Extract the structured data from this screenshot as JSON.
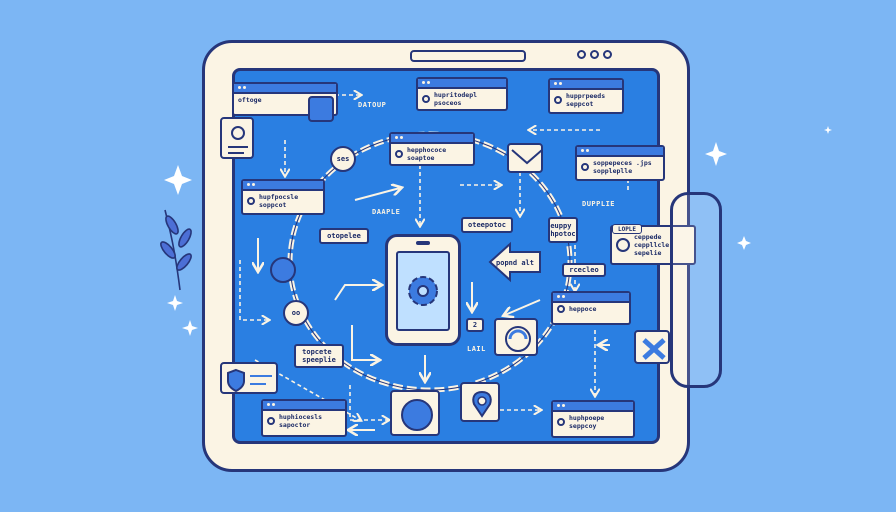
{
  "diagram": {
    "floating_labels": [
      "DATOUP",
      "DAAPLE",
      "DUPPLIE",
      "LAIL"
    ],
    "number_marker": "2",
    "cards": [
      {
        "id": "c1",
        "text": "oftoge"
      },
      {
        "id": "c2",
        "text": "hupritodepl\npsoceos"
      },
      {
        "id": "c3",
        "text": "hupprpeeds\nseppcot"
      },
      {
        "id": "c4",
        "text": "hepphococe\nsoaptoe"
      },
      {
        "id": "c5",
        "text": "soppepeces .jps\nsoppleplle"
      },
      {
        "id": "c6",
        "text": "hupfpocsle\nsoppcot"
      },
      {
        "id": "c7",
        "text": "heppoce"
      },
      {
        "id": "c8",
        "text": "huphiocesls\nsapoctor"
      },
      {
        "id": "c9",
        "text": "huphpoepe\nseppcoy"
      },
      {
        "id": "c10",
        "text": "ceppede\nceppllcle\nsepelie"
      }
    ],
    "small_labels": [
      {
        "id": "l1",
        "text": "otopelee"
      },
      {
        "id": "l2",
        "text": "oteepotoc"
      },
      {
        "id": "l3",
        "text": "euppy\nhpotoc"
      },
      {
        "id": "l4",
        "text": "popnd alt"
      },
      {
        "id": "l5",
        "text": "rcecleo"
      },
      {
        "id": "l6",
        "text": "topcete\nspeeplie"
      }
    ],
    "sticker": "LOPLE",
    "gears": [
      "ses",
      "oo"
    ]
  },
  "colors": {
    "background": "#7cb6f4",
    "screen": "#2a7fe2",
    "frame": "#fbf4e4",
    "outline": "#26367a"
  }
}
